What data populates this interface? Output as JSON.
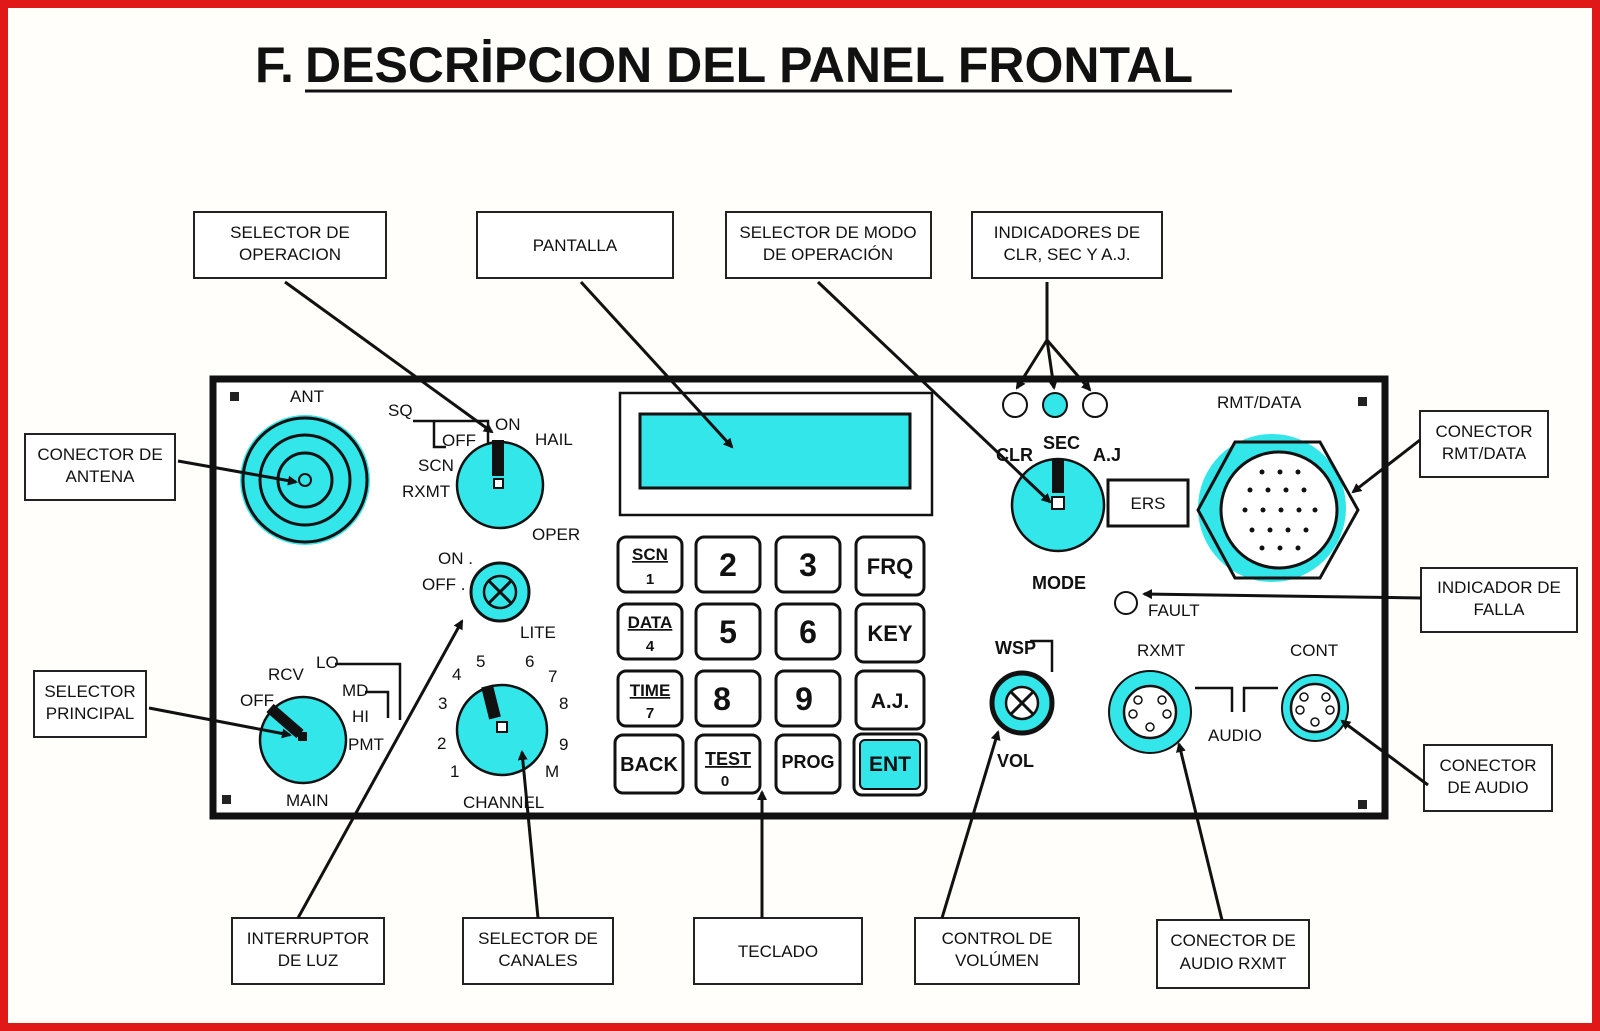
{
  "title": {
    "prefix": "F.",
    "main": "DESCRİPCION DEL PANEL FRONTAL"
  },
  "callouts": {
    "selector_operacion": [
      "SELECTOR DE",
      "OPERACION"
    ],
    "pantalla": [
      "PANTALLA"
    ],
    "selector_modo": [
      "SELECTOR DE MODO",
      "DE OPERACIÓN"
    ],
    "indicadores": [
      "INDICADORES DE",
      "CLR, SEC Y A.J."
    ],
    "conector_antena": [
      "CONECTOR DE",
      "ANTENA"
    ],
    "conector_rmt": [
      "CONECTOR",
      "RMT/DATA"
    ],
    "indicador_falla": [
      "INDICADOR DE",
      "FALLA"
    ],
    "selector_principal": [
      "SELECTOR",
      "PRINCIPAL"
    ],
    "conector_audio": [
      "CONECTOR",
      "DE AUDIO"
    ],
    "interruptor_luz": [
      "INTERRUPTOR",
      "DE LUZ"
    ],
    "selector_canales": [
      "SELECTOR DE",
      "CANALES"
    ],
    "teclado": [
      "TECLADO"
    ],
    "control_volumen": [
      "CONTROL DE",
      "VOLÚMEN"
    ],
    "conector_rxmt": [
      "CONECTOR DE",
      "AUDIO RXMT"
    ]
  },
  "panel": {
    "ant": "ANT",
    "sq": "SQ",
    "on": "ON",
    "off": "OFF",
    "hail": "HAIL",
    "scn": "SCN",
    "rxmt": "RXMT",
    "oper": "OPER",
    "lite_on": "ON .",
    "lite_off": "OFF .",
    "lite": "LITE",
    "lo": "LO",
    "rcv": "RCV",
    "md": "MD",
    "main_off": "OFF",
    "hi": "HI",
    "pmt": "PMT",
    "main": "MAIN",
    "channel": "CHANNEL",
    "channel_numbers": [
      "1",
      "2",
      "3",
      "4",
      "5",
      "6",
      "7",
      "8",
      "9",
      "M"
    ],
    "clr": "CLR",
    "sec": "SEC",
    "aj": "A.J",
    "ers": "ERS",
    "mode": "MODE",
    "fault": "FAULT",
    "rmt_data": "RMT/DATA",
    "wsp": "WSP",
    "vol": "VOL",
    "rxmt_conn": "RXMT",
    "cont": "CONT",
    "audio": "AUDIO"
  },
  "keypad": {
    "scn": "SCN",
    "scn_num": "1",
    "k2": "2",
    "k3": "3",
    "frq": "FRQ",
    "data": "DATA",
    "data_num": "4",
    "k5": "5",
    "k6": "6",
    "key": "KEY",
    "time": "TIME",
    "time_num": "7",
    "k8": "8",
    "k9": "9",
    "aj": "A.J.",
    "back": "BACK",
    "test": "TEST",
    "test_num": "0",
    "prog": "PROG",
    "ent": "ENT"
  },
  "colors": {
    "frame": "#e01818",
    "accent": "#33e6ea"
  }
}
